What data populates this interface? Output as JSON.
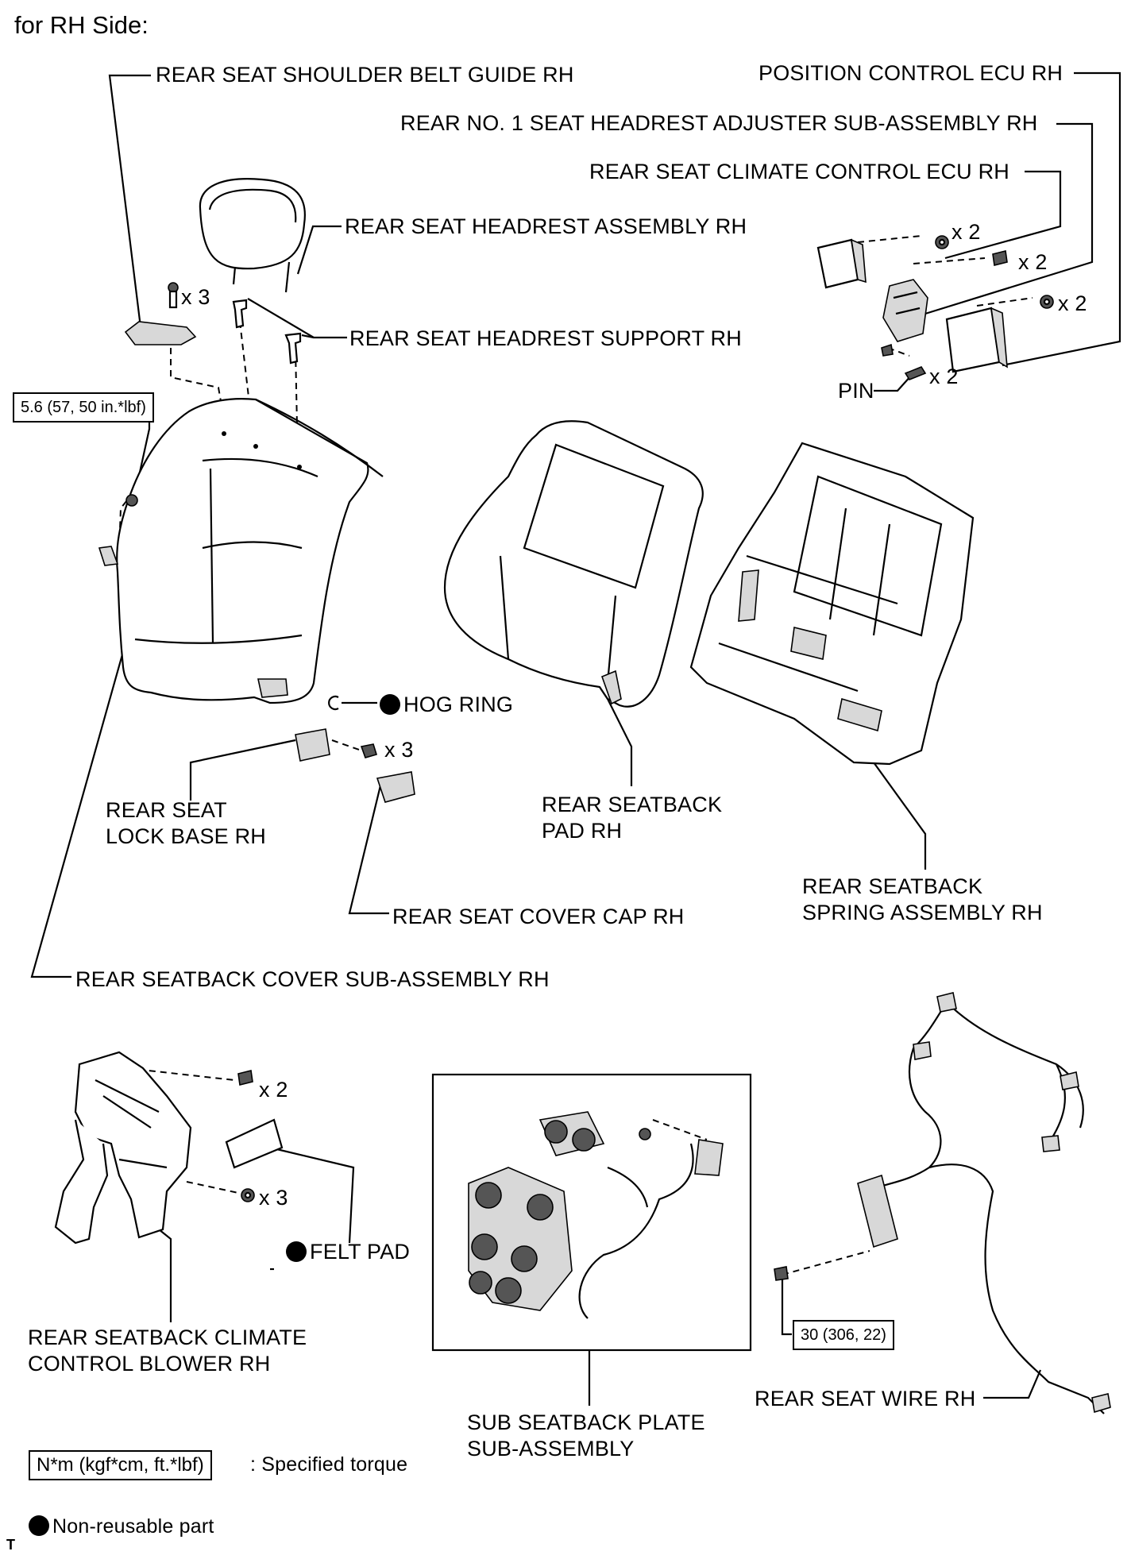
{
  "header": {
    "title": "for RH Side:"
  },
  "labels": {
    "shoulder_belt_guide": "REAR SEAT SHOULDER BELT GUIDE RH",
    "position_control_ecu": "POSITION CONTROL ECU RH",
    "headrest_adjuster": "REAR NO. 1 SEAT HEADREST ADJUSTER SUB-ASSEMBLY RH",
    "climate_control_ecu": "REAR SEAT CLIMATE CONTROL ECU RH",
    "headrest_assembly": "REAR SEAT HEADREST ASSEMBLY RH",
    "headrest_support": "REAR SEAT HEADREST SUPPORT RH",
    "pin": "PIN",
    "hog_ring": "HOG RING",
    "lock_base": "REAR SEAT\nLOCK BASE RH",
    "seatback_pad": "REAR SEATBACK\nPAD RH",
    "seatback_spring": "REAR SEATBACK\nSPRING ASSEMBLY RH",
    "cover_cap": "REAR SEAT COVER CAP RH",
    "seatback_cover": "REAR SEATBACK COVER SUB-ASSEMBLY RH",
    "climate_blower": "REAR SEATBACK CLIMATE\nCONTROL BLOWER RH",
    "felt_pad": "FELT PAD",
    "sub_seatback_plate": "SUB SEATBACK PLATE\nSUB-ASSEMBLY",
    "seat_wire": "REAR SEAT WIRE RH"
  },
  "quantities": {
    "belt_guide_bolts": "x 3",
    "ecu_climate_nuts": "x 2",
    "adjuster_bolts": "x 2",
    "position_ecu_nuts": "x 2",
    "pins": "x 2",
    "lock_base_bolts": "x 3",
    "blower_bolts": "x 2",
    "blower_nuts": "x 3"
  },
  "torques": {
    "cover_nut": "5.6 (57, 50 in.*lbf)",
    "wire_bolt": "30 (306, 22)"
  },
  "legend": {
    "torque_unit": "N*m (kgf*cm, ft.*lbf)",
    "torque_desc": ": Specified torque",
    "non_reusable": "Non-reusable part"
  },
  "corner_mark": "T"
}
